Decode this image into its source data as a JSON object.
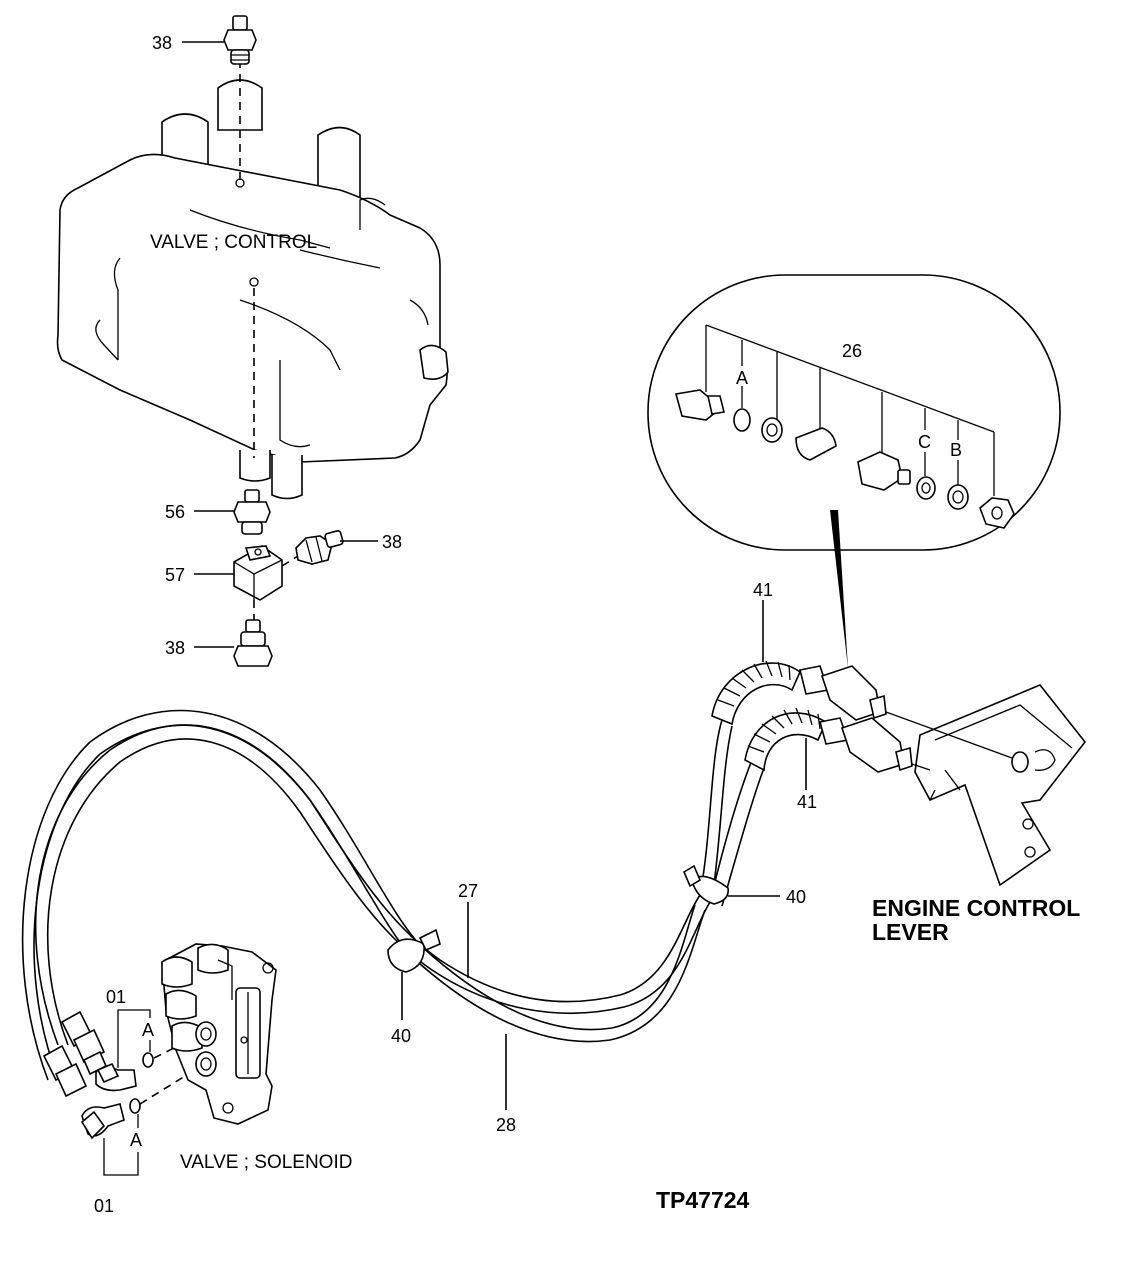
{
  "labels": {
    "valve_control": "VALVE ; CONTROL",
    "valve_solenoid": "VALVE ; SOLENOID",
    "engine_control_lever_line1": "ENGINE CONTROL",
    "engine_control_lever_line2": "LEVER",
    "figure_code": "TP47724"
  },
  "callouts": {
    "p38_top": "38",
    "p56": "56",
    "p57": "57",
    "p38_right": "38",
    "p38_bottom": "38",
    "p26": "26",
    "detail_a": "A",
    "detail_b": "B",
    "detail_c": "C",
    "p41_top": "41",
    "p41_bottom": "41",
    "p40_right": "40",
    "p27": "27",
    "p40_left": "40",
    "p28": "28",
    "p01_top": "01",
    "p01_bottom": "01",
    "sol_a_top": "A",
    "sol_a_bottom": "A"
  }
}
